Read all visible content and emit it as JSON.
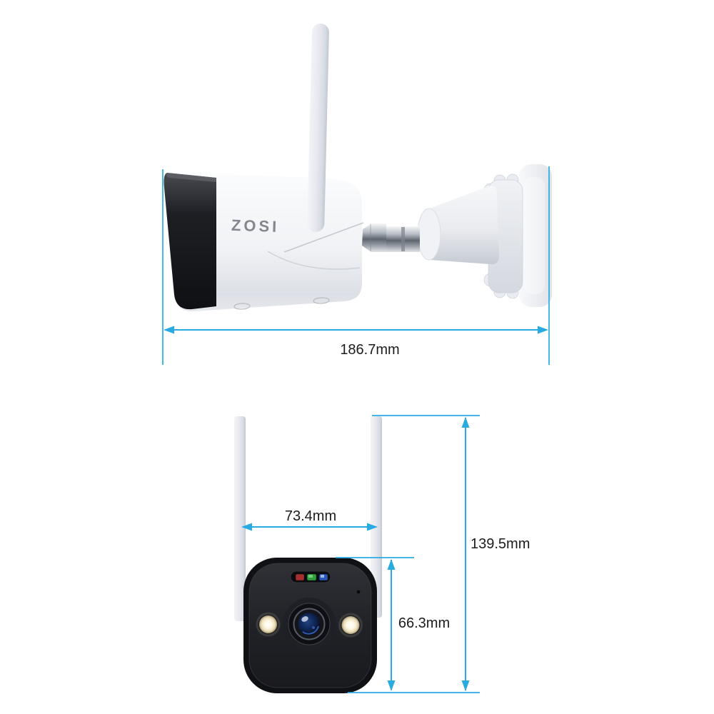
{
  "page": {
    "title": "ZOSI security camera dimension diagram",
    "background": "#ffffff"
  },
  "theme": {
    "dimension_line_color": "#29abe2",
    "dimension_text_color": "#1c1c1e",
    "logo_color": "#84878e",
    "camera_white": "#eef0f4",
    "camera_black": "#17181c",
    "spotlight_color": "#fdf6e3",
    "led_colors": {
      "red": "#a42f2f",
      "green": "#2f9e3f",
      "blue": "#2857b8"
    }
  },
  "side_view": {
    "brand_logo": "ZOSI",
    "dimension_length": "186.7mm"
  },
  "front_view": {
    "dimension_antenna_spacing": "73.4mm",
    "dimension_total_height": "139.5mm",
    "dimension_body_height": "66.3mm"
  }
}
